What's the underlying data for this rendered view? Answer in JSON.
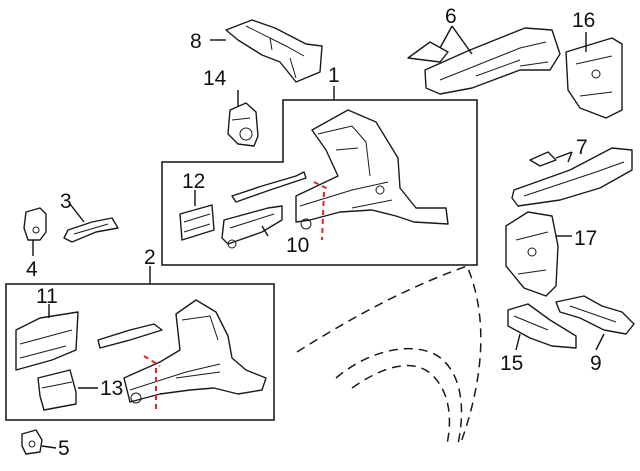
{
  "diagram": {
    "callouts": [
      {
        "id": "1",
        "label": "1"
      },
      {
        "id": "2",
        "label": "2"
      },
      {
        "id": "3",
        "label": "3"
      },
      {
        "id": "4",
        "label": "4"
      },
      {
        "id": "5",
        "label": "5"
      },
      {
        "id": "6",
        "label": "6"
      },
      {
        "id": "7",
        "label": "7"
      },
      {
        "id": "8",
        "label": "8"
      },
      {
        "id": "9",
        "label": "9"
      },
      {
        "id": "10",
        "label": "10"
      },
      {
        "id": "11",
        "label": "11"
      },
      {
        "id": "12",
        "label": "12"
      },
      {
        "id": "13",
        "label": "13"
      },
      {
        "id": "14",
        "label": "14"
      },
      {
        "id": "15",
        "label": "15"
      },
      {
        "id": "16",
        "label": "16"
      },
      {
        "id": "17",
        "label": "17"
      }
    ],
    "colors": {
      "line": "#1a1a1a",
      "cut_line": "#e8231e",
      "background": "#ffffff"
    }
  }
}
